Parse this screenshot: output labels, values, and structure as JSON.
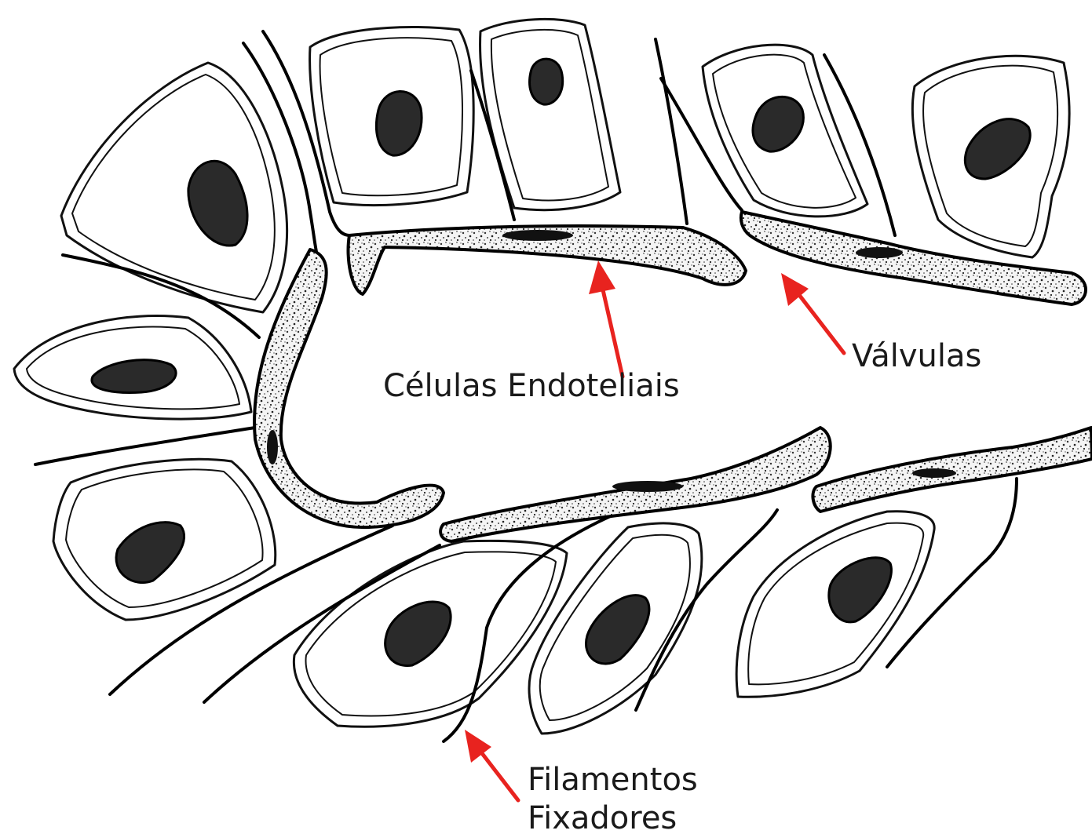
{
  "labels": {
    "endothelial": "Células Endoteliais",
    "valves": "Válvulas",
    "anchoring_line1": "Filamentos",
    "anchoring_line2": "Fixadores"
  },
  "colors": {
    "arrow": "#e8231f",
    "ink": "#000000",
    "background": "#ffffff"
  }
}
